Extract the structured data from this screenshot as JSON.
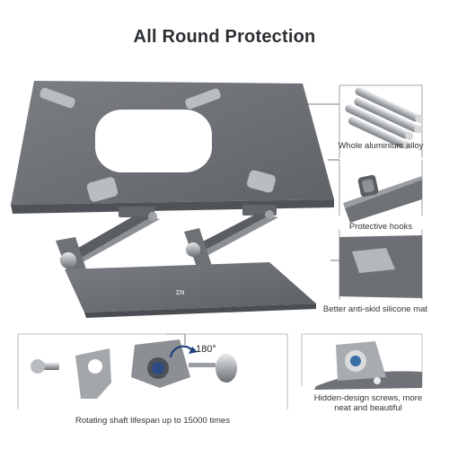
{
  "header": {
    "title": "All Round Protection"
  },
  "product": {
    "logo_text": "ΣΝ"
  },
  "callouts": {
    "aluminium": {
      "label": "Whole aluminium alloy"
    },
    "hooks": {
      "label": "Protective hooks"
    },
    "silicone": {
      "label": "Better anti-skid silicone mat"
    },
    "shaft": {
      "label": "Rotating shaft lifespan up to 15000 times",
      "angle": "180°"
    },
    "screws": {
      "label_line1": "Hidden-design screws,  more",
      "label_line2": "neat and beautiful"
    }
  },
  "colors": {
    "stand_dark": "#6e7176",
    "stand_mid": "#8a8d92",
    "pad_light": "#b9bcc0",
    "line": "#555555"
  }
}
